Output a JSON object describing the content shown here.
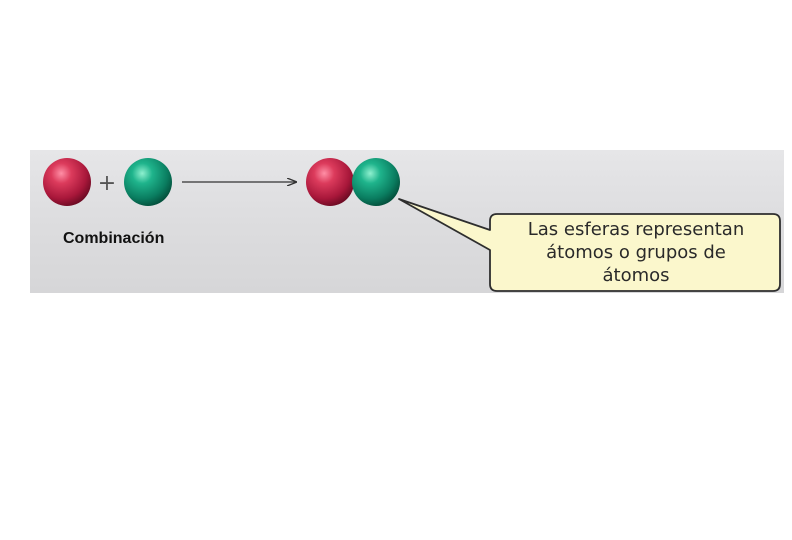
{
  "diagram": {
    "reactants": [
      {
        "name": "red-atom",
        "color": "#c8274a"
      },
      {
        "name": "green-atom",
        "color": "#0f9a78"
      }
    ],
    "operator": "+",
    "product": {
      "atoms": [
        "red",
        "green"
      ]
    },
    "caption": "Combinación",
    "callout": {
      "lines": [
        "Las esferas representan",
        "átomos o grupos de",
        "átomos"
      ]
    },
    "colors": {
      "red_atom": "#c8274a",
      "green_atom": "#0f9a78",
      "callout_fill": "#fbf7cc",
      "panel": "#dcdcde"
    }
  }
}
